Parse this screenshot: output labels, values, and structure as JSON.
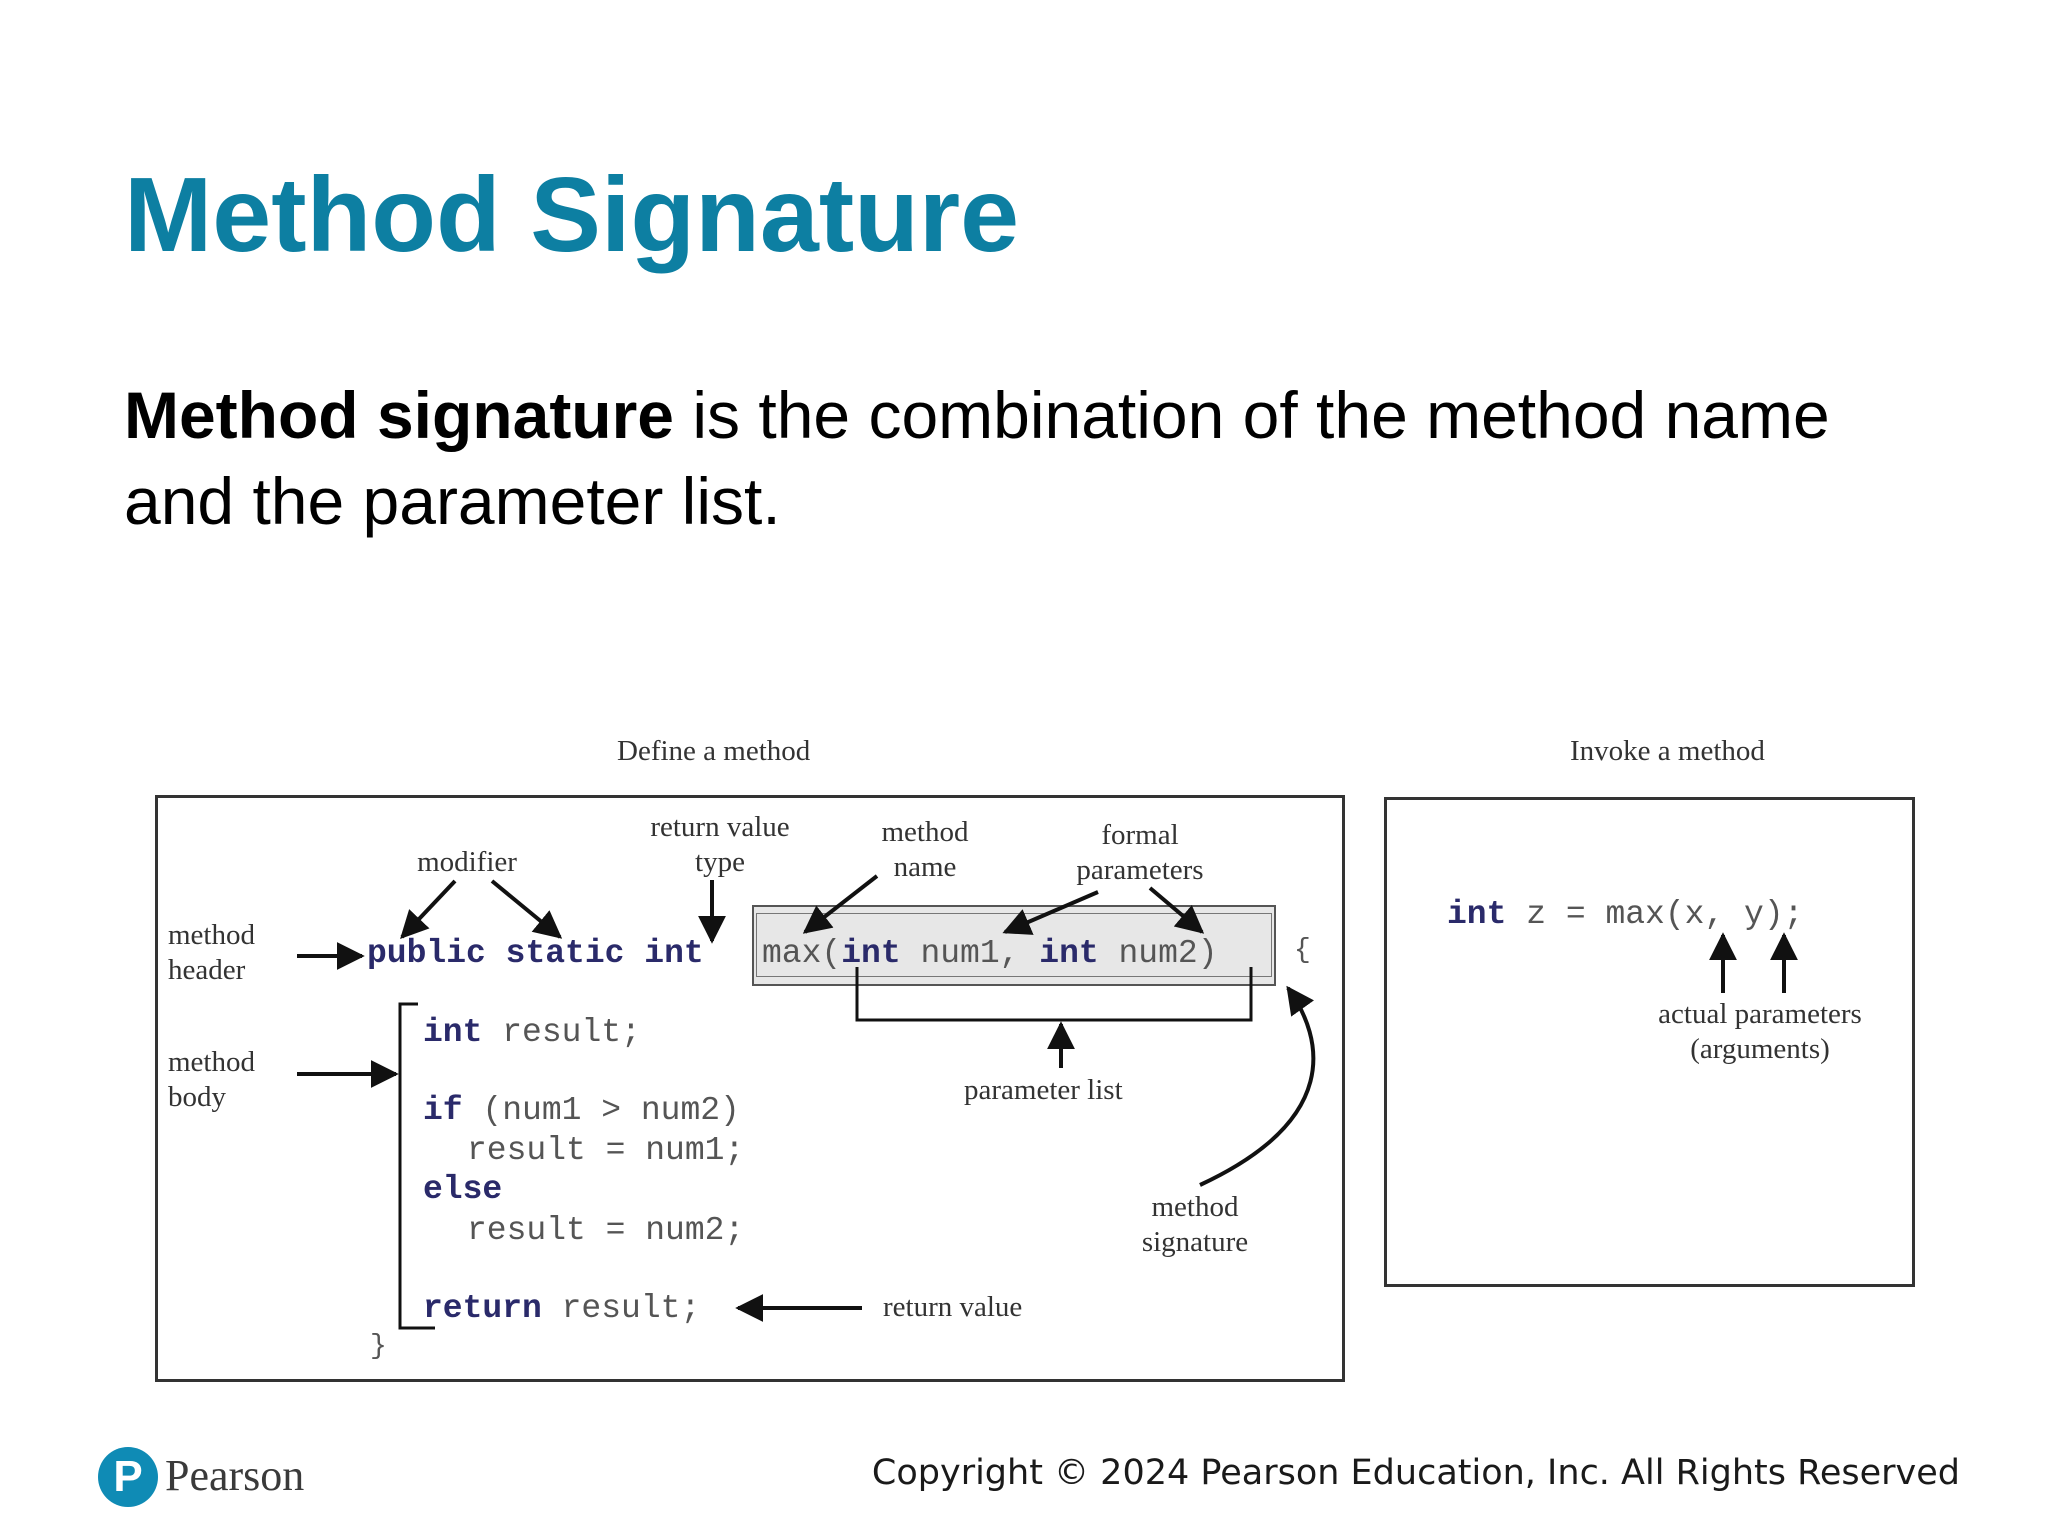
{
  "slide": {
    "title": "Method Signature",
    "definition_bold": "Method signature",
    "definition_rest": " is the combination of the method name and the parameter list."
  },
  "diagram": {
    "define_heading": "Define a method",
    "invoke_heading": "Invoke a method",
    "labels": {
      "modifier": "modifier",
      "return_value_type_1": "return value",
      "return_value_type_2": "type",
      "method_name_1": "method",
      "method_name_2": "name",
      "formal_parameters_1": "formal",
      "formal_parameters_2": "parameters",
      "method_header_1": "method",
      "method_header_2": "header",
      "method_body_1": "method",
      "method_body_2": "body",
      "parameter_list": "parameter list",
      "method_signature_1": "method",
      "method_signature_2": "signature",
      "return_value": "return value",
      "actual_parameters_1": "actual parameters",
      "actual_parameters_2": "(arguments)"
    },
    "code": {
      "kw_public": "public",
      "kw_static": "static",
      "kw_int": "int",
      "sig_name": "max(",
      "sig_kw_int_1": "int",
      "sig_param_1": " num1, ",
      "sig_kw_int_2": "int",
      "sig_param_2": " num2)",
      "open_brace": "{",
      "decl_kw": "int",
      "decl_rest": " result;",
      "if_kw": "if",
      "if_rest": " (num1 > num2)",
      "assign_1": "result = num1;",
      "else_kw": "else",
      "assign_2": "result = num2;",
      "return_kw": "return",
      "return_rest": " result;",
      "close_brace": "}"
    },
    "invoke_code": {
      "kw_int": "int",
      "rest": " z = max(x, y);"
    }
  },
  "footer": {
    "logo_letter": "P",
    "brand": "Pearson",
    "copyright": "Copyright © 2024 Pearson Education, Inc. All Rights Reserved"
  }
}
